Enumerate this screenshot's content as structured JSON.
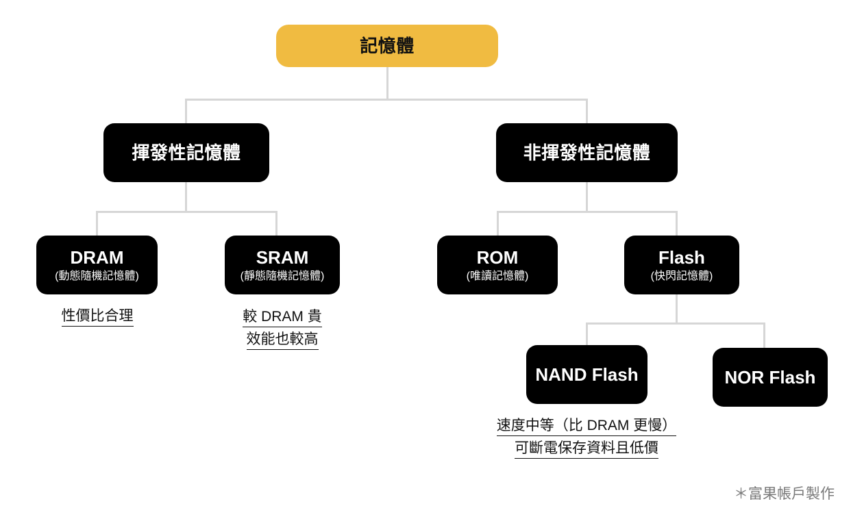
{
  "diagram": {
    "root": {
      "label": "記憶體",
      "color": "#f0bb41"
    },
    "volatile": {
      "label": "揮發性記憶體",
      "children": [
        {
          "label": "DRAM",
          "sub": "(動態隨機記憶體)",
          "notes": [
            "性價比合理"
          ]
        },
        {
          "label": "SRAM",
          "sub": "(靜態隨機記憶體)",
          "notes": [
            "較 DRAM 貴",
            "效能也較高"
          ]
        }
      ]
    },
    "non_volatile": {
      "label": "非揮發性記憶體",
      "children": [
        {
          "label": "ROM",
          "sub": "(唯讀記憶體)"
        },
        {
          "label": "Flash",
          "sub": "(快閃記憶體)",
          "children": [
            {
              "label": "NAND Flash",
              "notes": [
                "速度中等（比 DRAM 更慢）",
                "可斷電保存資料且低價"
              ]
            },
            {
              "label": "NOR Flash"
            }
          ]
        }
      ]
    },
    "credit": "＊富果帳戶製作",
    "colors": {
      "node": "#000000",
      "connector": "#d6d6d6",
      "note_text": "#111111",
      "credit_text": "#7a7a7a"
    }
  }
}
